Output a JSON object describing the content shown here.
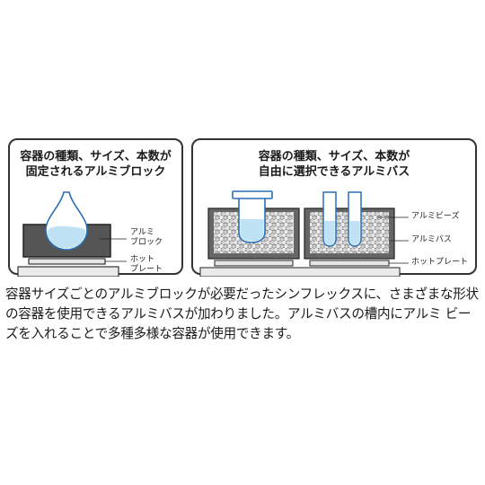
{
  "left_panel": {
    "title": "容器の種類、サイズ、本数が\n固定されるアルミブロック",
    "labels": {
      "block": "アルミ\nブロック",
      "hotplate": "ホット\nプレート"
    }
  },
  "right_panel": {
    "title": "容器の種類、サイズ、本数が\n自由に選択できるアルミバス",
    "labels": {
      "beads": "アルミビーズ",
      "bath": "アルミバス",
      "hotplate": "ホットプレート"
    }
  },
  "caption": "容器サイズごとのアルミブロックが必要だったシンフレックスに、さまざまな形状の容器を使用できるアルミバスが加わりました。アルミバスの槽内にアルミ ビーズを入れることで多種多様な容器が使用できます。",
  "colors": {
    "block": "#555555",
    "liquid": "#bfe3f4",
    "glass_outline": "#2a6fb5",
    "beads": "#d0d0d0",
    "hotplate": "#e6e6e6"
  }
}
